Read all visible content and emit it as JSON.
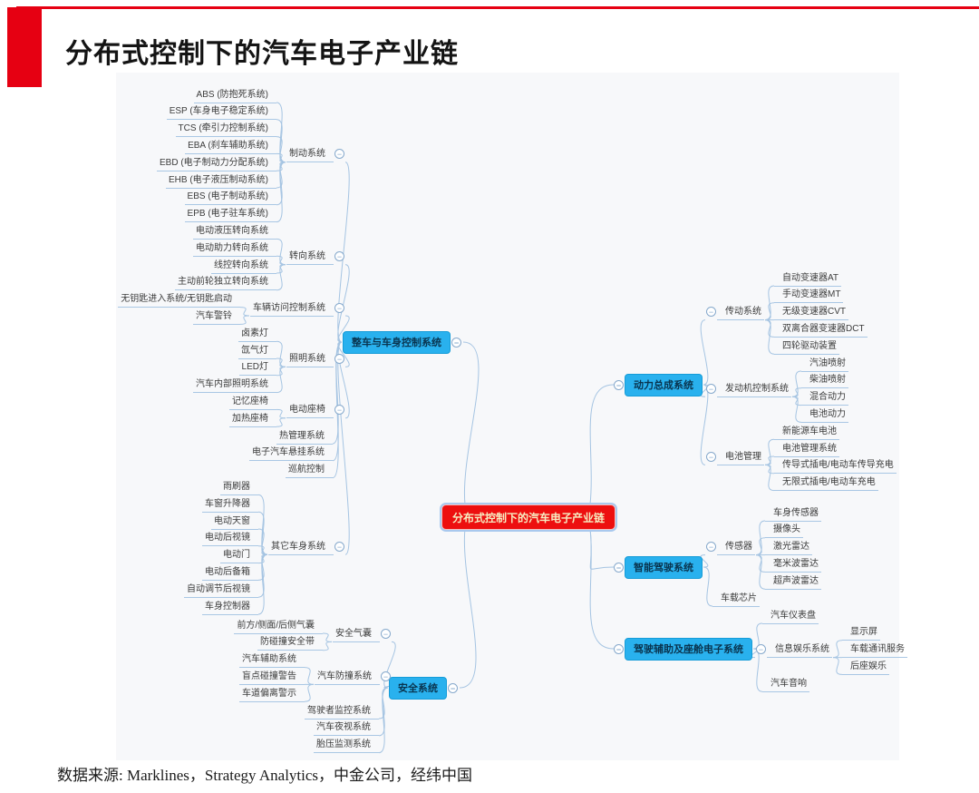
{
  "page": {
    "title": "分布式控制下的汽车电子产业链",
    "source_line": "数据来源: Marklines，Strategy Analytics，中金公司，经纬中国"
  },
  "colors": {
    "accent_red": "#e60012",
    "branch_blue": "#29b1ee",
    "branch_border": "#159cd8",
    "branch_text": "#09344f",
    "center_bg": "#ed0f0f",
    "center_text": "#f6edc2",
    "link_line": "#a5c4e2",
    "node_text": "#3b3b3b",
    "canvas_bg": "#f7f8fa"
  },
  "icons": {
    "collapse": "−"
  },
  "mindmap": {
    "root": {
      "label": "分布式控制下的汽车电子产业链"
    },
    "left": [
      {
        "label": "整车与车身控制系统",
        "children": [
          {
            "label": "制动系统",
            "children": [
              {
                "label": "ABS (防抱死系统)"
              },
              {
                "label": "ESP (车身电子稳定系统)"
              },
              {
                "label": "TCS (牵引力控制系统)"
              },
              {
                "label": "EBA (刹车辅助系统)"
              },
              {
                "label": "EBD (电子制动力分配系统)"
              },
              {
                "label": "EHB (电子液压制动系统)"
              },
              {
                "label": "EBS (电子制动系统)"
              },
              {
                "label": "EPB (电子驻车系统)"
              }
            ]
          },
          {
            "label": "转向系统",
            "children": [
              {
                "label": "电动液压转向系统"
              },
              {
                "label": "电动助力转向系统"
              },
              {
                "label": "线控转向系统"
              },
              {
                "label": "主动前轮独立转向系统"
              }
            ]
          },
          {
            "label": "车辆访问控制系统",
            "children": [
              {
                "label": "无钥匙进入系统/无钥匙启动"
              },
              {
                "label": "汽车警铃"
              }
            ]
          },
          {
            "label": "照明系统",
            "children": [
              {
                "label": "卤素灯"
              },
              {
                "label": "氙气灯"
              },
              {
                "label": "LED灯"
              },
              {
                "label": "汽车内部照明系统"
              }
            ]
          },
          {
            "label": "电动座椅",
            "children": [
              {
                "label": "记忆座椅"
              },
              {
                "label": "加热座椅"
              }
            ]
          },
          {
            "label": "热管理系统"
          },
          {
            "label": "电子汽车悬挂系统"
          },
          {
            "label": "巡航控制"
          },
          {
            "label": "其它车身系统",
            "children": [
              {
                "label": "雨刷器"
              },
              {
                "label": "车窗升降器"
              },
              {
                "label": "电动天窗"
              },
              {
                "label": "电动后视镜"
              },
              {
                "label": "电动门"
              },
              {
                "label": "电动后备箱"
              },
              {
                "label": "自动调节后视镜"
              },
              {
                "label": "车身控制器"
              }
            ]
          }
        ]
      },
      {
        "label": "安全系统",
        "children": [
          {
            "label": "安全气囊",
            "children": [
              {
                "label": "前方/侧面/后侧气囊"
              },
              {
                "label": "防碰撞安全带"
              }
            ]
          },
          {
            "label": "汽车防撞系统",
            "children": [
              {
                "label": "汽车辅助系统"
              },
              {
                "label": "盲点碰撞警告"
              },
              {
                "label": "车道偏离警示"
              }
            ]
          },
          {
            "label": "驾驶者监控系统"
          },
          {
            "label": "汽车夜视系统"
          },
          {
            "label": "胎压监测系统"
          }
        ]
      }
    ],
    "right": [
      {
        "label": "动力总成系统",
        "children": [
          {
            "label": "传动系统",
            "children": [
              {
                "label": "自动变速器AT"
              },
              {
                "label": "手动变速器MT"
              },
              {
                "label": "无级变速器CVT"
              },
              {
                "label": "双离合器变速器DCT"
              },
              {
                "label": "四轮驱动装置"
              }
            ]
          },
          {
            "label": "发动机控制系统",
            "children": [
              {
                "label": "汽油喷射"
              },
              {
                "label": "柴油喷射"
              },
              {
                "label": "混合动力"
              },
              {
                "label": "电池动力"
              }
            ]
          },
          {
            "label": "电池管理",
            "children": [
              {
                "label": "新能源车电池"
              },
              {
                "label": "电池管理系统"
              },
              {
                "label": "传导式插电/电动车传导充电"
              },
              {
                "label": "无限式插电/电动车充电"
              }
            ]
          }
        ]
      },
      {
        "label": "智能驾驶系统",
        "children": [
          {
            "label": "传感器",
            "children": [
              {
                "label": "车身传感器"
              },
              {
                "label": "摄像头"
              },
              {
                "label": "激光雷达"
              },
              {
                "label": "毫米波雷达"
              },
              {
                "label": "超声波雷达"
              }
            ]
          },
          {
            "label": "车载芯片"
          }
        ]
      },
      {
        "label": "驾驶辅助及座舱电子系统",
        "children": [
          {
            "label": "汽车仪表盘"
          },
          {
            "label": "信息娱乐系统",
            "children": [
              {
                "label": "显示屏"
              },
              {
                "label": "车载通讯服务"
              },
              {
                "label": "后座娱乐"
              }
            ]
          },
          {
            "label": "汽车音响"
          }
        ]
      }
    ]
  }
}
